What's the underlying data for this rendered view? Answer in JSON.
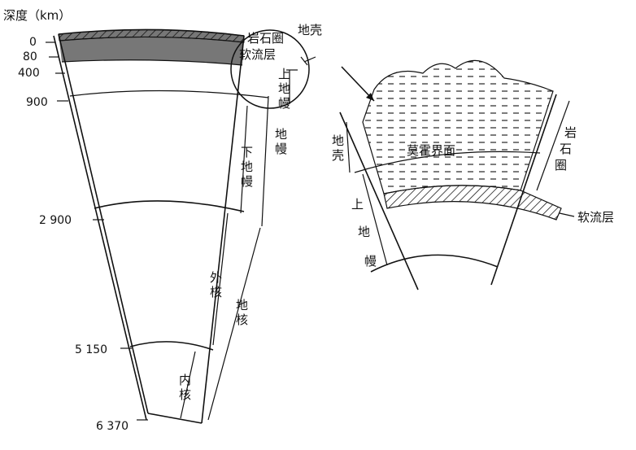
{
  "depth_axis": {
    "title": "深度（km）",
    "ticks": [
      "0",
      "80",
      "400",
      "900",
      "2 900",
      "5 150",
      "6 370"
    ]
  },
  "layers": {
    "crust": "地壳",
    "lithosphere": "岩石圈",
    "asthenosphere": "软流层",
    "upper_mantle": "上地幔",
    "lower_mantle": "下地幔",
    "mantle": "地幔",
    "outer_core": "外核",
    "inner_core": "内核",
    "core": "地核"
  },
  "inset": {
    "crust": "地壳",
    "upper_mantle": "上地幔",
    "moho": "莫霍界面",
    "lithosphere": "岩石圈",
    "asthenosphere": "软流层"
  },
  "colors": {
    "ink": "#111111",
    "asthenosphere_fill": "#777777",
    "crust_fill": "#b8b8b8"
  }
}
